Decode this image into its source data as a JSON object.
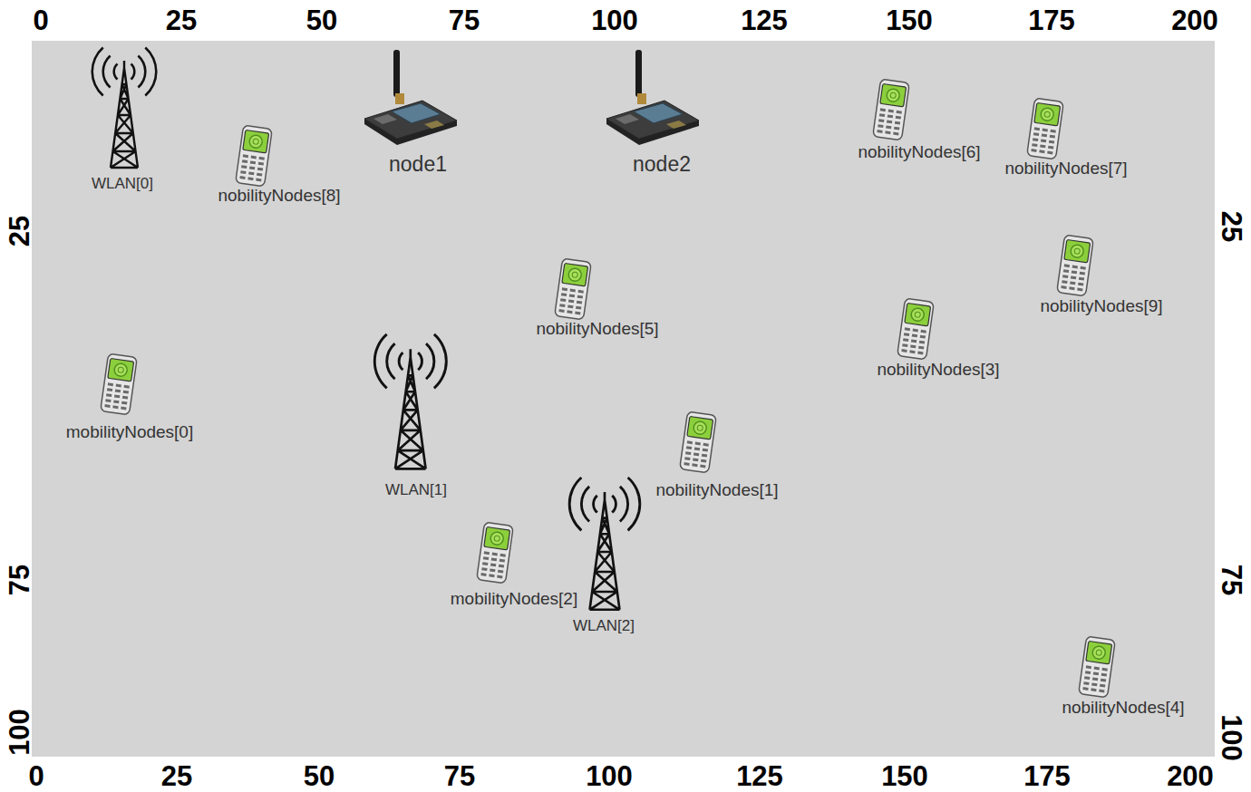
{
  "diagram": {
    "nodes": [
      {
        "text": [
          "WLAN[0]"
        ]
      },
      {
        "text": [
          "node1"
        ]
      },
      {
        "text": [
          "node2"
        ]
      },
      {
        "text": [
          "nobilityNodes[6]"
        ]
      },
      {
        "text": [
          "nobilityNodes[7]"
        ]
      },
      {
        "text": [
          "nobilityNodes[8]"
        ]
      },
      {
        "text": [
          "nobilityNodes[9]"
        ]
      },
      {
        "text": [
          "nobilityNodes[5]"
        ]
      },
      {
        "text": [
          "nobilityNodes[3]"
        ]
      },
      {
        "text": [
          "mobilityNodes[0]"
        ]
      },
      {
        "text": [
          "WLAN[1]"
        ]
      },
      {
        "text": [
          "nobilityNodes[1]"
        ]
      },
      {
        "text": [
          "mobilityNodes[2]"
        ]
      },
      {
        "text": [
          "WLAN[2]"
        ]
      },
      {
        "text": [
          "nobilityNodes[4]"
        ]
      }
    ],
    "labels": [
      "0",
      "25",
      "50",
      "75",
      "100",
      "125",
      "150",
      "175",
      "200",
      "25",
      "75",
      "100",
      "25",
      "75",
      "100",
      "0",
      "25",
      "50",
      "75",
      "100",
      "125",
      "150",
      "175",
      "200"
    ]
  }
}
